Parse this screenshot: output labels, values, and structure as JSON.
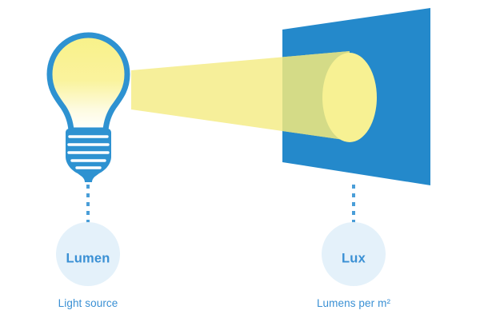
{
  "diagram": {
    "title": "Lumen vs Lux lighting diagram",
    "background_color": "#ffffff"
  },
  "colors": {
    "blue": "#2e92d1",
    "blue_panel": "#2489cb",
    "text_blue": "#3a90d4",
    "circle_fill": "#e4f1fa",
    "beam_yellow": "#f6ef9a",
    "beam_yellow_overlay": "#e3e492",
    "spot_yellow": "#f7f193",
    "bulb_glass_top": "#f9f294",
    "bulb_glass_bottom": "#ffffff",
    "dash_blue": "#4a9ed8"
  },
  "left": {
    "icon": "light-bulb-icon",
    "badge_label": "Lumen",
    "caption": "Light source"
  },
  "right": {
    "icon": "illuminated-surface-icon",
    "badge_label": "Lux",
    "caption": "Lumens per m²"
  },
  "beam": {
    "icon": "light-beam-icon",
    "spot_icon": "light-spot-ellipse-icon"
  },
  "connectors": {
    "left_icon": "dashed-connector-icon",
    "right_icon": "dashed-connector-icon",
    "dash_pattern": "5 6"
  }
}
